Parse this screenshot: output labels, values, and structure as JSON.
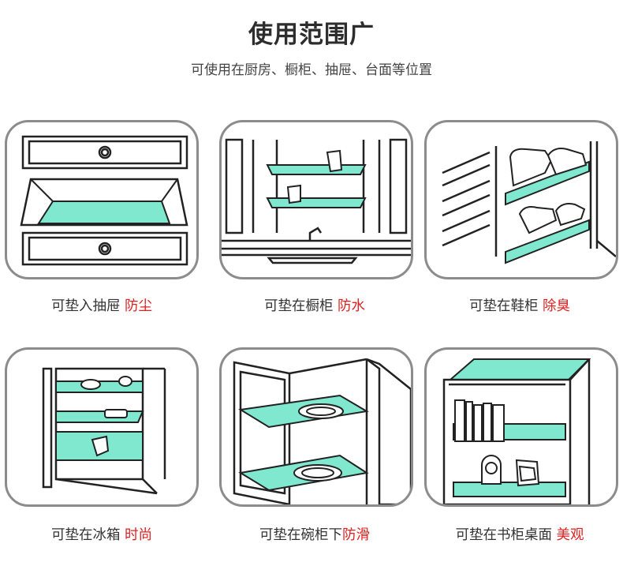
{
  "header": {
    "title": "使用范围广",
    "subtitle": "可使用在厨房、橱柜、抽屉、台面等位置"
  },
  "theme": {
    "mat_color": "#7fe8cf",
    "highlight_color": "#e02020",
    "frame_color": "#8c8c8c"
  },
  "scenes": [
    {
      "caption": "可垫入抽屉 ",
      "highlight": "防尘",
      "illustration": "open-drawer"
    },
    {
      "caption": "可垫在橱柜 ",
      "highlight": "防水",
      "illustration": "sink-cabinet"
    },
    {
      "caption": "可垫在鞋柜 ",
      "highlight": "除臭",
      "illustration": "shoe-cabinet"
    },
    {
      "caption": "可垫在冰箱 ",
      "highlight": "时尚",
      "illustration": "refrigerator"
    },
    {
      "caption": "可垫在碗柜下",
      "highlight": "防滑",
      "illustration": "dish-cabinet"
    },
    {
      "caption": "可垫在书柜桌面 ",
      "highlight": "美观",
      "illustration": "bookshelf"
    }
  ]
}
